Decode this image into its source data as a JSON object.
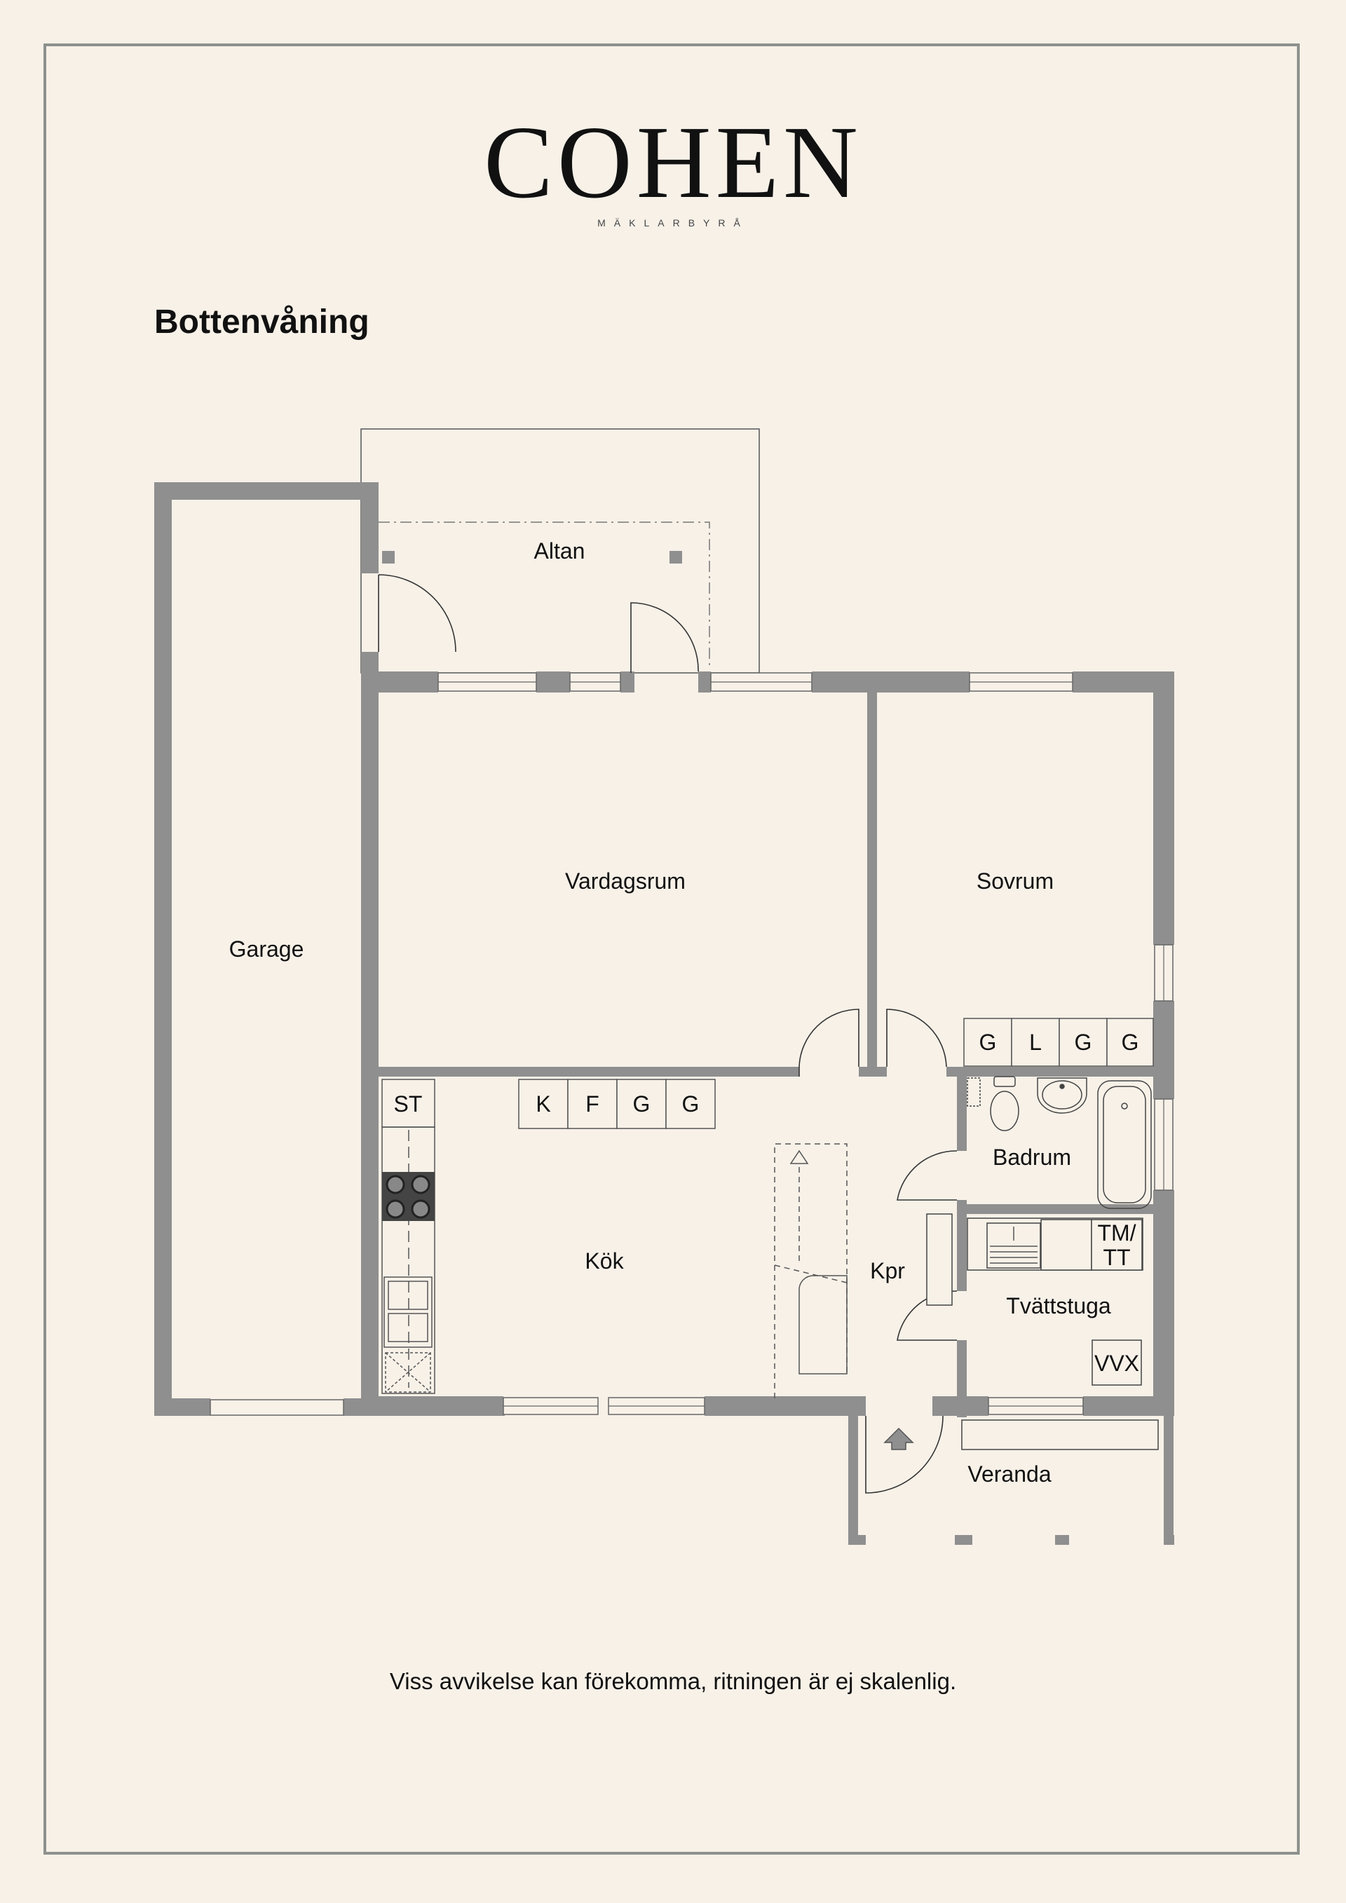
{
  "brand": {
    "name": "COHEN",
    "tagline": "MÄKLARBYRÅ"
  },
  "floor_title": "Bottenvåning",
  "rooms": {
    "altan": "Altan",
    "garage": "Garage",
    "vardagsrum": "Vardagsrum",
    "sovrum": "Sovrum",
    "kok": "Kök",
    "badrum": "Badrum",
    "kpr": "Kpr",
    "tvattstuga": "Tvättstuga",
    "veranda": "Veranda"
  },
  "fixtures": {
    "sovrum_closets": [
      "G",
      "L",
      "G",
      "G"
    ],
    "kok_closets": [
      "K",
      "F",
      "G",
      "G"
    ],
    "st": "ST",
    "tm_tt_line1": "TM/",
    "tm_tt_line2": "TT",
    "vvx": "VVX"
  },
  "colors": {
    "wall": "#8f8f8f",
    "background": "#f7f1e8",
    "frame": "#8e918d"
  },
  "disclaimer": "Viss avvikelse kan förekomma, ritningen är ej skalenlig."
}
